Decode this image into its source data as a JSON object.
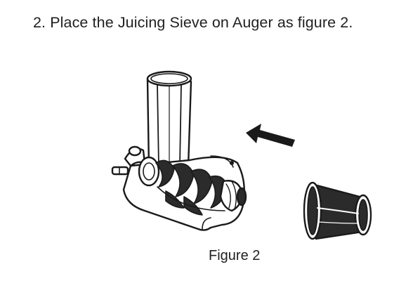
{
  "instruction": "2. Place the Juicing Sieve on Auger as figure 2.",
  "figure": {
    "caption": "Figure 2",
    "components": {
      "juicer_assembly": "auger-with-feed-tube",
      "sieve": "juicing-sieve",
      "arrow": "direction-arrow"
    },
    "colors": {
      "line": "#1a1a1a",
      "fill_dark": "#2b2b2b",
      "fill_light": "#ffffff"
    }
  }
}
